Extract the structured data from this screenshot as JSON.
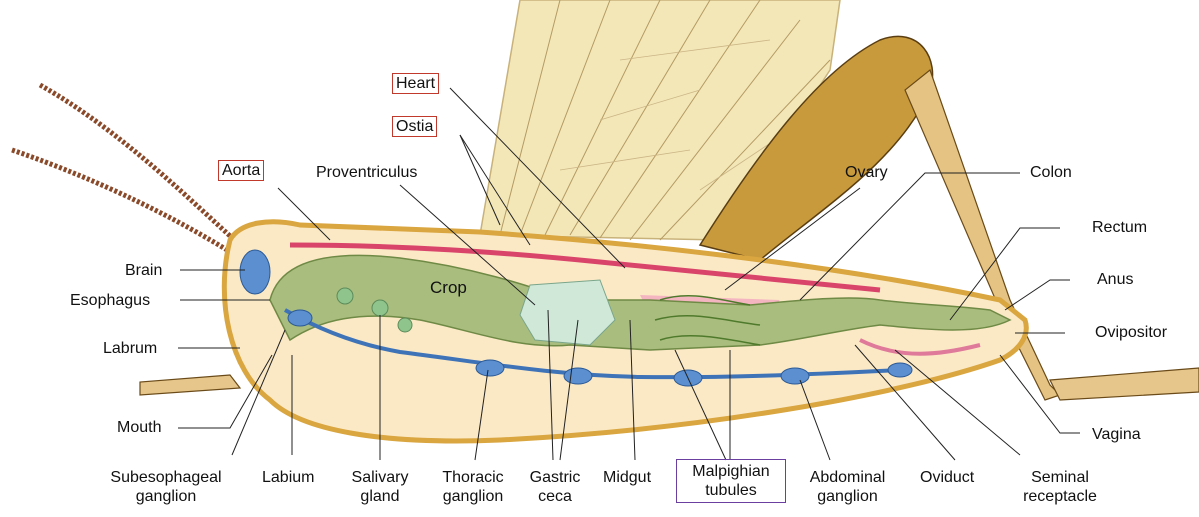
{
  "labels": {
    "heart": "Heart",
    "ostia": "Ostia",
    "aorta": "Aorta",
    "proventriculus": "Proventriculus",
    "ovary": "Ovary",
    "colon": "Colon",
    "rectum": "Rectum",
    "anus": "Anus",
    "ovipositor": "Ovipositor",
    "vagina": "Vagina",
    "brain": "Brain",
    "esophagus": "Esophagus",
    "labrum": "Labrum",
    "mouth": "Mouth",
    "crop": "Crop",
    "subesophageal_1": "Subesophageal",
    "subesophageal_2": "ganglion",
    "labium": "Labium",
    "salivary_1": "Salivary",
    "salivary_2": "gland",
    "thoracic_1": "Thoracic",
    "thoracic_2": "ganglion",
    "gastric_1": "Gastric",
    "gastric_2": "ceca",
    "midgut": "Midgut",
    "malpighian_1": "Malpighian",
    "malpighian_2": "tubules",
    "abdominal_1": "Abdominal",
    "abdominal_2": "ganglion",
    "oviduct": "Oviduct",
    "seminal_1": "Seminal",
    "seminal_2": "receptacle"
  },
  "colors": {
    "body_fill": "#fbe9c6",
    "cuticle": "#d9a640",
    "digestive": "#a9bd7e",
    "nerve": "#3f73b8",
    "heart_vessel": "#d9456a",
    "wing": "#f3e7b8",
    "highlight_red": "#c0392b",
    "highlight_purple": "#6a3fa0"
  }
}
